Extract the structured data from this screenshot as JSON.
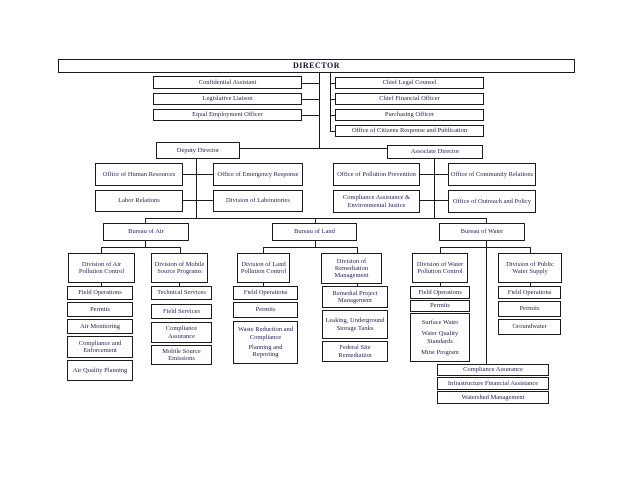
{
  "colors": {
    "border": "#1b1b1b",
    "text": "#1e1e55",
    "background": "#ffffff"
  },
  "director": "DIRECTOR",
  "staff_left": [
    "Confidential Assistant",
    "Legislative Liaison",
    "Equal Employment Officer"
  ],
  "staff_right": [
    "Chief Legal Counsel",
    "Chief Financial Officer",
    "Purchasing Officer",
    "Office of Citizens Response and Publication"
  ],
  "deputy_director": "Deputy Director",
  "associate_director": "Associate Director",
  "deputy_offices": [
    "Office of Human Resources",
    "Office of Emergency Response",
    "Labor Relations",
    "Division of Laboratories"
  ],
  "associate_offices": [
    "Office of Pollution Prevention",
    "Office of Community Relations",
    "Compliance Assistance & Environmental Justice",
    "Office of Outreach and Policy"
  ],
  "bureaus": {
    "air": {
      "label": "Bureau of Air",
      "divisions": [
        {
          "label": "Division of Air Pollution Control",
          "units": [
            "Field Operations",
            "Permits",
            "Air Monitoring",
            "Compliance and Enforcement",
            "Air Quality Planning"
          ]
        },
        {
          "label": "Division of Mobile Source Programs",
          "units": [
            "Technical Services",
            "Field Services",
            "Compliance Assurance",
            "Mobile Source Emissions"
          ]
        }
      ]
    },
    "land": {
      "label": "Bureau of Land",
      "divisions": [
        {
          "label": "Division of Land Pollution Control",
          "units": [
            "Field Operations",
            "Permits",
            "Waste Reduction and Compliance",
            "Planning and Reporting"
          ]
        },
        {
          "label": "Division of Remediation Management",
          "units": [
            "Remedial Project Management",
            "Leaking, Underground Storage Tanks",
            "Federal Site Remediation"
          ]
        }
      ]
    },
    "water": {
      "label": "Bureau of Water",
      "divisions": [
        {
          "label": "Division of Water Pollution Control",
          "units": [
            "Field Operations",
            "Permits",
            "Surface Water",
            "Water Quality Standards",
            "Mine Program"
          ]
        },
        {
          "label": "Division of Public Water Supply",
          "units": [
            "Field Operations",
            "Permits",
            "Groundwater"
          ]
        }
      ],
      "shared_units": [
        "Compliance Assurance",
        "Infrastructure Financial Assistance",
        "Watershed Management"
      ]
    }
  }
}
